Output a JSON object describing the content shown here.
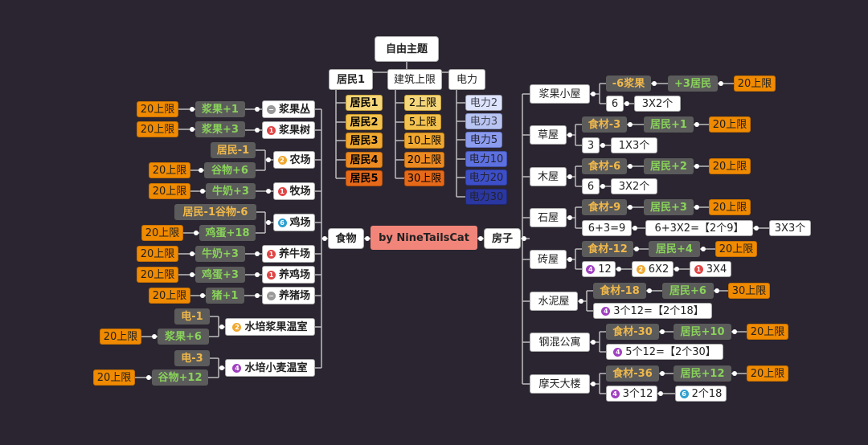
{
  "root": {
    "title": "自由主题",
    "residents": {
      "label": "居民1",
      "levels": [
        "居民1",
        "居民2",
        "居民3",
        "居民4",
        "居民5"
      ]
    },
    "build_limit": {
      "label": "建筑上限",
      "levels": [
        "2上限",
        "5上限",
        "10上限",
        "20上限",
        "30上限"
      ]
    },
    "power": {
      "label": "电力",
      "levels": [
        "电力2",
        "电力3",
        "电力5",
        "电力10",
        "电力20",
        "电力30"
      ]
    }
  },
  "center": "by  NineTailsCat",
  "food": {
    "label": "食物",
    "items": {
      "berry_bush": {
        "name": "浆果丛",
        "badge": "−",
        "effect": "浆果+1",
        "limit": "20上限"
      },
      "berry_tree": {
        "name": "浆果树",
        "badge": "1",
        "effect": "浆果+3",
        "limit": "20上限"
      },
      "farm": {
        "name": "农场",
        "badge": "2",
        "cost": "居民-1",
        "effect": "谷物+6",
        "limit": "20上限"
      },
      "ranch": {
        "name": "牧场",
        "badge": "1",
        "effect": "牛奶+3",
        "limit": "20上限"
      },
      "chicken_farm": {
        "name": "鸡场",
        "badge": "6",
        "cost": "居民-1谷物-6",
        "effect": "鸡蛋+18",
        "limit": "20上限"
      },
      "cattle": {
        "name": "养牛场",
        "badge": "1",
        "effect": "牛奶+3",
        "limit": "20上限"
      },
      "chicken": {
        "name": "养鸡场",
        "badge": "1",
        "effect": "鸡蛋+3",
        "limit": "20上限"
      },
      "pig": {
        "name": "养猪场",
        "badge": "−",
        "effect": "猪+1",
        "limit": "20上限"
      },
      "hydro_berry": {
        "name": "水培浆果温室",
        "badge": "2",
        "cost": "电-1",
        "effect": "浆果+6",
        "limit": "20上限"
      },
      "hydro_wheat": {
        "name": "水培小麦温室",
        "badge": "4",
        "cost": "电-3",
        "effect": "谷物+12",
        "limit": "20上限"
      }
    }
  },
  "house": {
    "label": "房子",
    "items": {
      "berry_hut": {
        "name": "浆果小屋",
        "cost": "-6浆果",
        "residents": "+3居民",
        "limit": "20上限",
        "size": "6",
        "shape": "3X2个"
      },
      "grass_hut": {
        "name": "草屋",
        "cost": "食材-3",
        "residents": "居民+1",
        "limit": "20上限",
        "size": "3",
        "shape": "1X3个"
      },
      "wood_hut": {
        "name": "木屋",
        "cost": "食材-6",
        "residents": "居民+2",
        "limit": "20上限",
        "size": "6",
        "shape": "3X2个"
      },
      "stone_hut": {
        "name": "石屋",
        "cost": "食材-9",
        "residents": "居民+3",
        "limit": "20上限",
        "size": "6+3=9",
        "combo": "6+3X2=【2个9】",
        "shape": "3X3个"
      },
      "brick_hut": {
        "name": "砖屋",
        "cost": "食材-12",
        "residents": "居民+4",
        "limit": "20上限",
        "size": "12",
        "badge_a": "4",
        "combo": "6X2",
        "badge_b": "2",
        "shape": "3X4",
        "badge_c": "1"
      },
      "cement_hut": {
        "name": "水泥屋",
        "cost": "食材-18",
        "residents": "居民+6",
        "limit": "30上限",
        "combo": "3个12=【2个18】",
        "badge": "4"
      },
      "rc_apartment": {
        "name": "钢混公寓",
        "cost": "食材-30",
        "residents": "居民+10",
        "limit": "20上限",
        "combo": "5个12=【2个30】",
        "badge": "4"
      },
      "skyscraper": {
        "name": "摩天大楼",
        "cost": "食材-36",
        "residents": "居民+12",
        "limit": "20上限",
        "combo_a": "3个12",
        "badge_a": "4",
        "combo_b": "2个18",
        "badge_b": "6"
      }
    }
  },
  "colors": {
    "background": "#2a2530",
    "limit_box": "#f08a00",
    "center_node": "#f2857a",
    "effect_text": "#89d35a",
    "cost_text": "#f0b84a"
  }
}
